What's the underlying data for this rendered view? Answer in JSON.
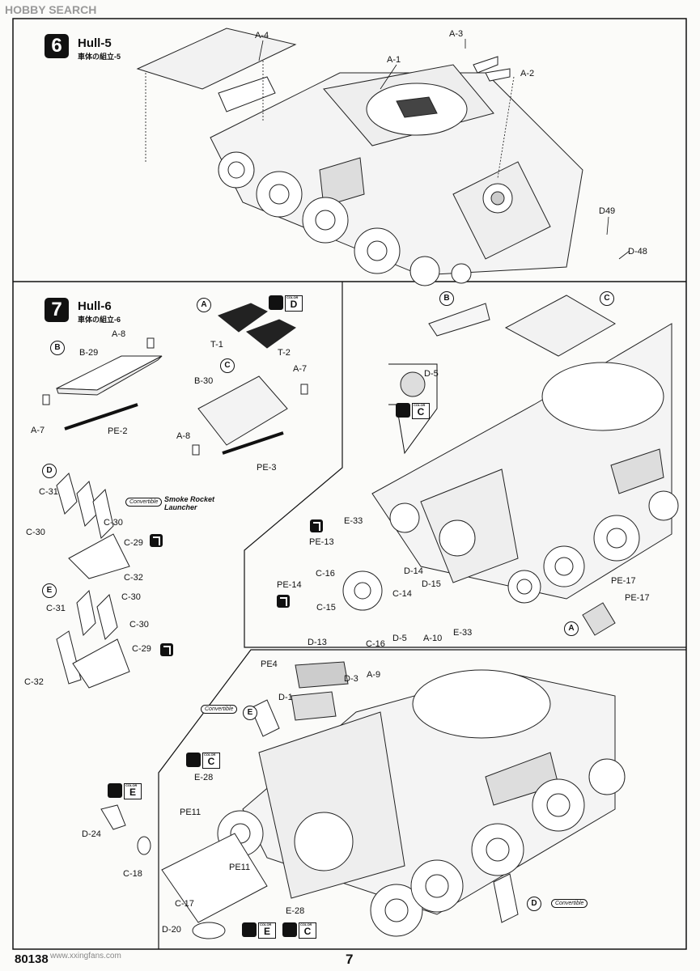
{
  "watermark_top": "HOBBY SEARCH",
  "watermark_bottom": "www.xxingfans.com",
  "footer": {
    "code": "80138",
    "page": "7"
  },
  "step6": {
    "number": "6",
    "title": "Hull-5",
    "subtitle": "車体の組立-5",
    "labels": {
      "a4": "A-4",
      "a1": "A-1",
      "a3": "A-3",
      "a2": "A-2",
      "d49": "D49",
      "d48": "D-48"
    }
  },
  "step7": {
    "number": "7",
    "title": "Hull-6",
    "subtitle": "車体の組立-6",
    "circles": {
      "a": "A",
      "b": "B",
      "c": "C",
      "d": "D",
      "e": "E"
    },
    "color_d": "D",
    "color_c": "C",
    "color_e": "E",
    "convertible": "Convertible",
    "smoke": "Smoke Rocket Launcher",
    "labels": {
      "a8": "A-8",
      "b29": "B-29",
      "a7": "A-7",
      "pe2": "PE-2",
      "b30": "B-30",
      "pe3": "PE-3",
      "t1": "T-1",
      "t2": "T-2",
      "c31": "C-31",
      "c30": "C-30",
      "c29": "C-29",
      "c32": "C-32",
      "d5": "D-5",
      "e33": "E-33",
      "pe13": "PE-13",
      "pe14": "PE-14",
      "c16": "C-16",
      "c15": "C-15",
      "c14": "C-14",
      "d14": "D-14",
      "d15": "D-15",
      "d13": "D-13",
      "a10": "A-10",
      "pe17": "PE-17",
      "pe4": "PE4",
      "d1": "D-1",
      "d3": "D-3",
      "a9": "A-9",
      "e28": "E-28",
      "d24": "D-24",
      "pe11": "PE11",
      "c18": "C-18",
      "c17": "C-17",
      "d20": "D-20"
    }
  }
}
